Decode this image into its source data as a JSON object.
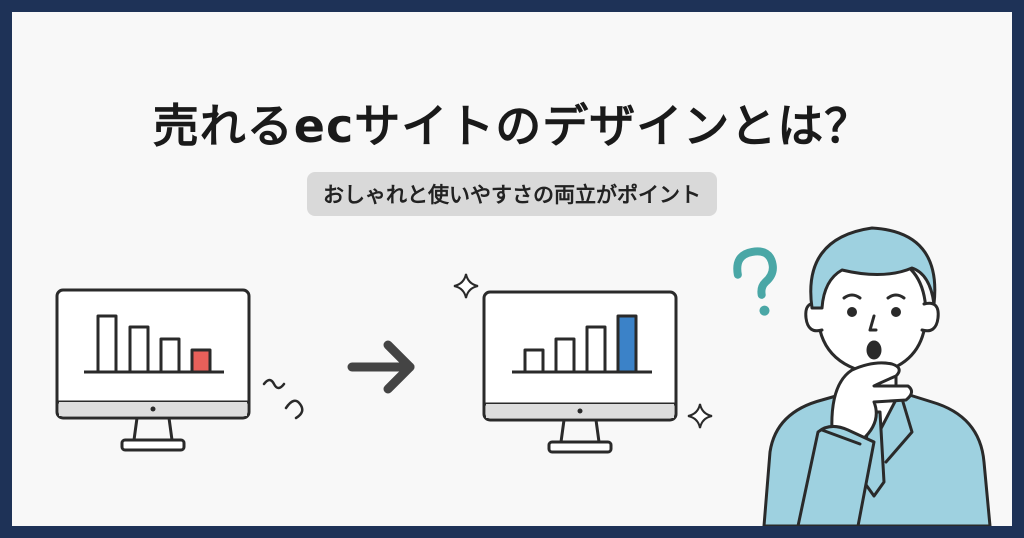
{
  "title": "売れるecサイトのデザインとは？",
  "subtitle": "おしゃれと使いやすさの両立がポイント",
  "colors": {
    "border": "#1e3257",
    "background": "#f8f8f8",
    "pill": "#d9d9d9",
    "bad_bar": "#e8605a",
    "good_bar": "#3b82c8",
    "person": "#9ed1e0",
    "question": "#4aa7a6"
  },
  "icons": [
    "monitor-icon",
    "arrow-right-icon",
    "sparkle-icon",
    "question-mark-icon",
    "person-illustration"
  ]
}
